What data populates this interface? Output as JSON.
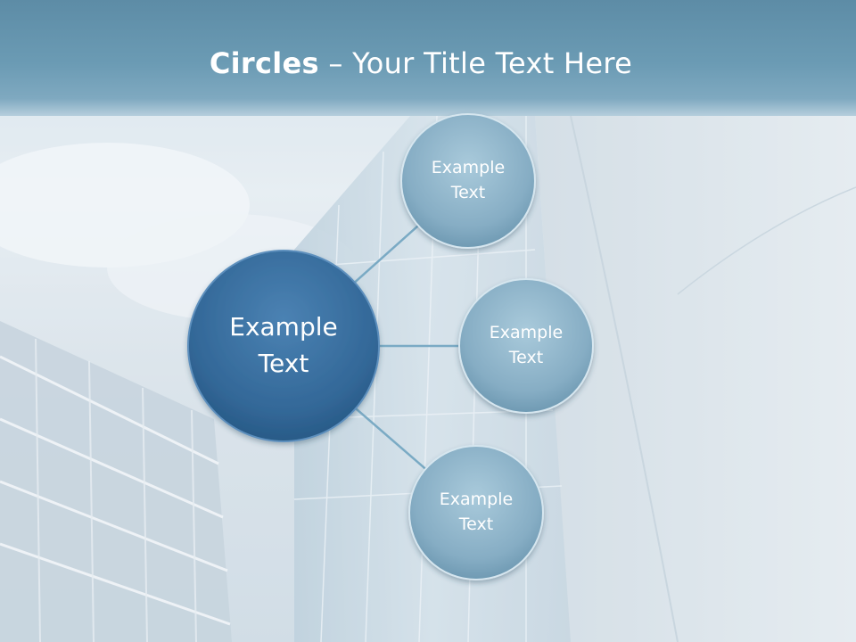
{
  "slide": {
    "title_bold": "Circles",
    "title_rest": " – Your Title Text Here"
  },
  "diagram": {
    "center": {
      "line1": "Example",
      "line2": "Text"
    },
    "nodes": [
      {
        "line1": "Example",
        "line2": "Text"
      },
      {
        "line1": "Example",
        "line2": "Text"
      },
      {
        "line1": "Example",
        "line2": "Text"
      }
    ]
  },
  "colors": {
    "center_fill": "#3a6f9f",
    "node_fill": "#8fb6cc",
    "connector": "#7aaac4",
    "header": "#5d8ca6"
  }
}
